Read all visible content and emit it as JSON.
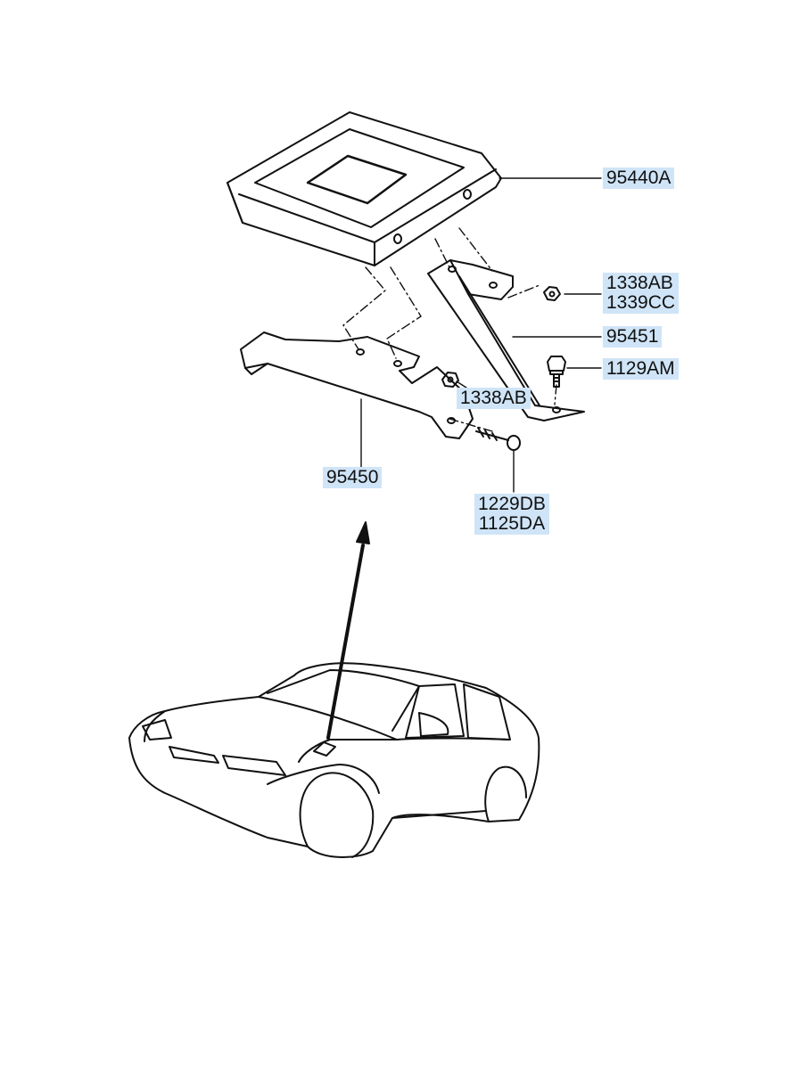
{
  "callouts": {
    "p95440A": {
      "lines": [
        "95440A"
      ]
    },
    "p1338AB_1339CC": {
      "lines": [
        "1338AB",
        "1339CC"
      ]
    },
    "p95451": {
      "lines": [
        "95451"
      ]
    },
    "p1129AM": {
      "lines": [
        "1129AM"
      ]
    },
    "p1338AB": {
      "lines": [
        "1338AB"
      ]
    },
    "p95450": {
      "lines": [
        "95450"
      ]
    },
    "p1229DB_1125DA": {
      "lines": [
        "1229DB",
        "1125DA"
      ]
    }
  },
  "colors": {
    "line": "#111111",
    "highlight": "#cfe4f7",
    "background": "#ffffff"
  }
}
